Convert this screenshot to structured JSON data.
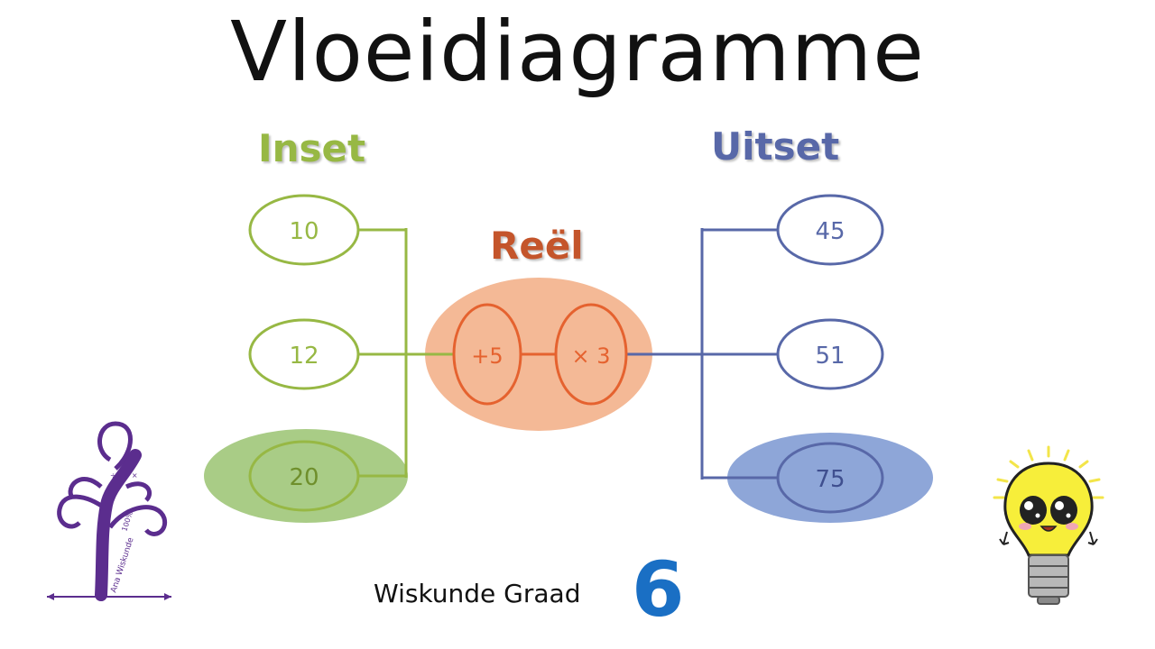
{
  "title": "Vloeidiagramme",
  "headings": {
    "inset": "Inset",
    "uitset": "Uitset",
    "reel": "Reël"
  },
  "inputs": [
    "10",
    "12",
    "20"
  ],
  "operations": [
    "+5",
    "× 3"
  ],
  "outputs": [
    "45",
    "51",
    "75"
  ],
  "footer": {
    "label": "Wiskunde Graad",
    "grade": "6"
  },
  "logo": {
    "text": "Ana Wiskunde",
    "percent": "100%",
    "symbols": "÷ - + ×"
  },
  "colors": {
    "inset": "#97b844",
    "inset_highlight": "#a9cc86",
    "uitset": "#5868a8",
    "uitset_highlight": "#8ea6d8",
    "reel": "#e5622f",
    "reel_fill": "#f4b996",
    "reel_heading": "#c4552b",
    "grade": "#1a6fc4",
    "logo": "#5b2d8e",
    "bulb": "#f7ee3a"
  },
  "icons": {
    "logo": "tree-logo-icon",
    "mascot": "lightbulb-mascot-icon"
  }
}
